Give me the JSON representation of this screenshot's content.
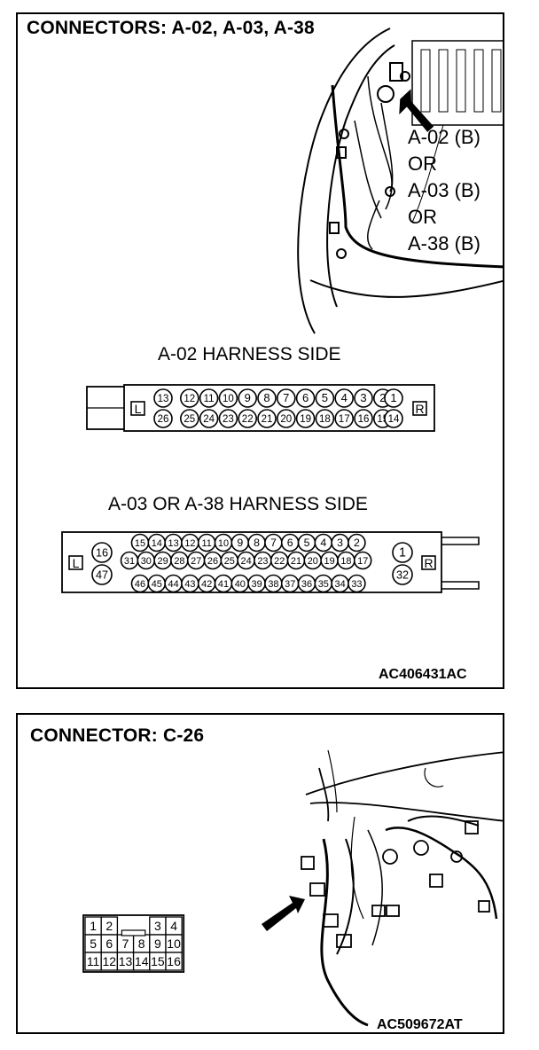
{
  "panel1": {
    "title": "CONNECTORS: A-02, A-03, A-38",
    "locator_labels": [
      "A-02 (B)",
      "OR",
      "A-03 (B)",
      "OR",
      "A-38 (B)"
    ],
    "a02": {
      "caption": "A-02 HARNESS SIDE",
      "left_mark": "L",
      "right_mark": "R",
      "row_top": [
        "13",
        "12",
        "11",
        "10",
        "9",
        "8",
        "7",
        "6",
        "5",
        "4",
        "3",
        "2",
        "1"
      ],
      "row_bottom": [
        "26",
        "25",
        "24",
        "23",
        "22",
        "21",
        "20",
        "19",
        "18",
        "17",
        "16",
        "15",
        "14"
      ]
    },
    "a03": {
      "caption": "A-03 OR A-38 HARNESS SIDE",
      "left_mark": "L",
      "right_mark": "R",
      "left_pins": [
        "16",
        "47"
      ],
      "right_pins": [
        "1",
        "32"
      ],
      "row1": [
        "15",
        "14",
        "13",
        "12",
        "11",
        "10",
        "9",
        "8",
        "7",
        "6",
        "5",
        "4",
        "3",
        "2"
      ],
      "row2": [
        "31",
        "30",
        "29",
        "28",
        "27",
        "26",
        "25",
        "24",
        "23",
        "22",
        "21",
        "20",
        "19",
        "18",
        "17"
      ],
      "row3": [
        "46",
        "45",
        "44",
        "43",
        "42",
        "41",
        "40",
        "39",
        "38",
        "37",
        "36",
        "35",
        "34",
        "33"
      ]
    },
    "code": "AC406431AC"
  },
  "panel2": {
    "title": "CONNECTOR: C-26",
    "grid_top": [
      "1",
      "2",
      "",
      "",
      "3",
      "4"
    ],
    "grid_mid": [
      "5",
      "6",
      "7",
      "8",
      "9",
      "10"
    ],
    "grid_bot": [
      "11",
      "12",
      "13",
      "14",
      "15",
      "16"
    ],
    "code": "AC509672AT"
  }
}
